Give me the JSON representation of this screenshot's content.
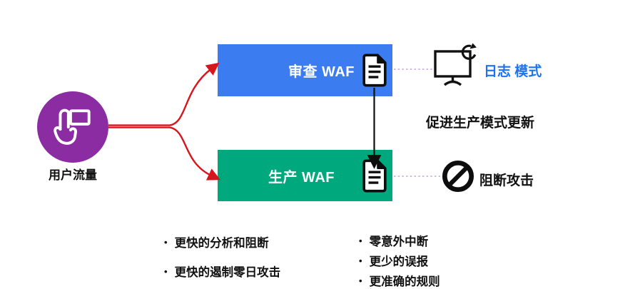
{
  "nodes": {
    "user_traffic": {
      "label": "用户流量",
      "icon": "touch-pointer-icon"
    },
    "review_waf": {
      "label": "审查 WAF",
      "icon": "document-icon"
    },
    "production_waf": {
      "label": "生产 WAF",
      "icon": "document-icon"
    },
    "log_mode": {
      "label": "日志 模式",
      "icon": "monitor-refresh-icon"
    },
    "block_attacks": {
      "label": "阻断攻击",
      "icon": "prohibition-icon"
    }
  },
  "annotations": {
    "promote_note": "促进生产模式更新"
  },
  "benefits_left": [
    "更快的分析和阻断",
    "更快的遏制零日攻击"
  ],
  "benefits_right": [
    "零意外中断",
    "更少的误报",
    "更准确的规则"
  ],
  "colors": {
    "review_box": "#3b7cf0",
    "production_box": "#00a87e",
    "user_circle": "#8b2ca2",
    "arrow_red": "#d8151c",
    "log_mode_text": "#1d74f2",
    "dotted_connector": "#c9a1e4",
    "text_black": "#111111"
  }
}
